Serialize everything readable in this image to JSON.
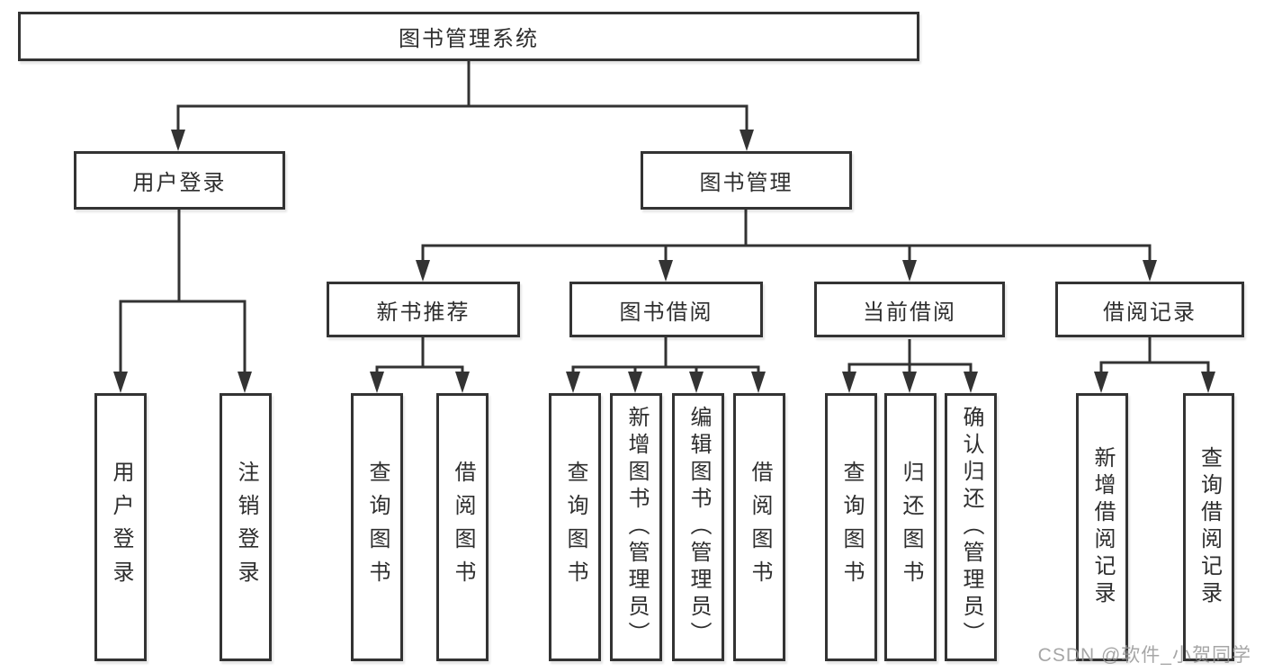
{
  "diagram": {
    "type": "hierarchy-tree",
    "tree": {
      "root": "图书管理系统",
      "user_login": {
        "label": "用户登录",
        "children": [
          "用户登录",
          "注销登录"
        ]
      },
      "book_mgmt": {
        "label": "图书管理"
      },
      "new_books": {
        "label": "新书推荐",
        "children": [
          "查询图书",
          "借阅图书"
        ]
      },
      "book_borrow": {
        "label": "图书借阅",
        "children": [
          "查询图书",
          "新增图书（管理员）",
          "编辑图书（管理员）",
          "借阅图书"
        ]
      },
      "current_borrow": {
        "label": "当前借阅",
        "children": [
          "查询图书",
          "归还图书",
          "确认归还（管理员）"
        ]
      },
      "borrow_records": {
        "label": "借阅记录",
        "children": [
          "新增借阅记录",
          "查询借阅记录"
        ]
      }
    },
    "colors": {
      "line": "#333333",
      "text": "#2e2e2e",
      "background": "#ffffff",
      "watermark": "#969696"
    }
  },
  "watermark": "CSDN @软件_小贺同学"
}
